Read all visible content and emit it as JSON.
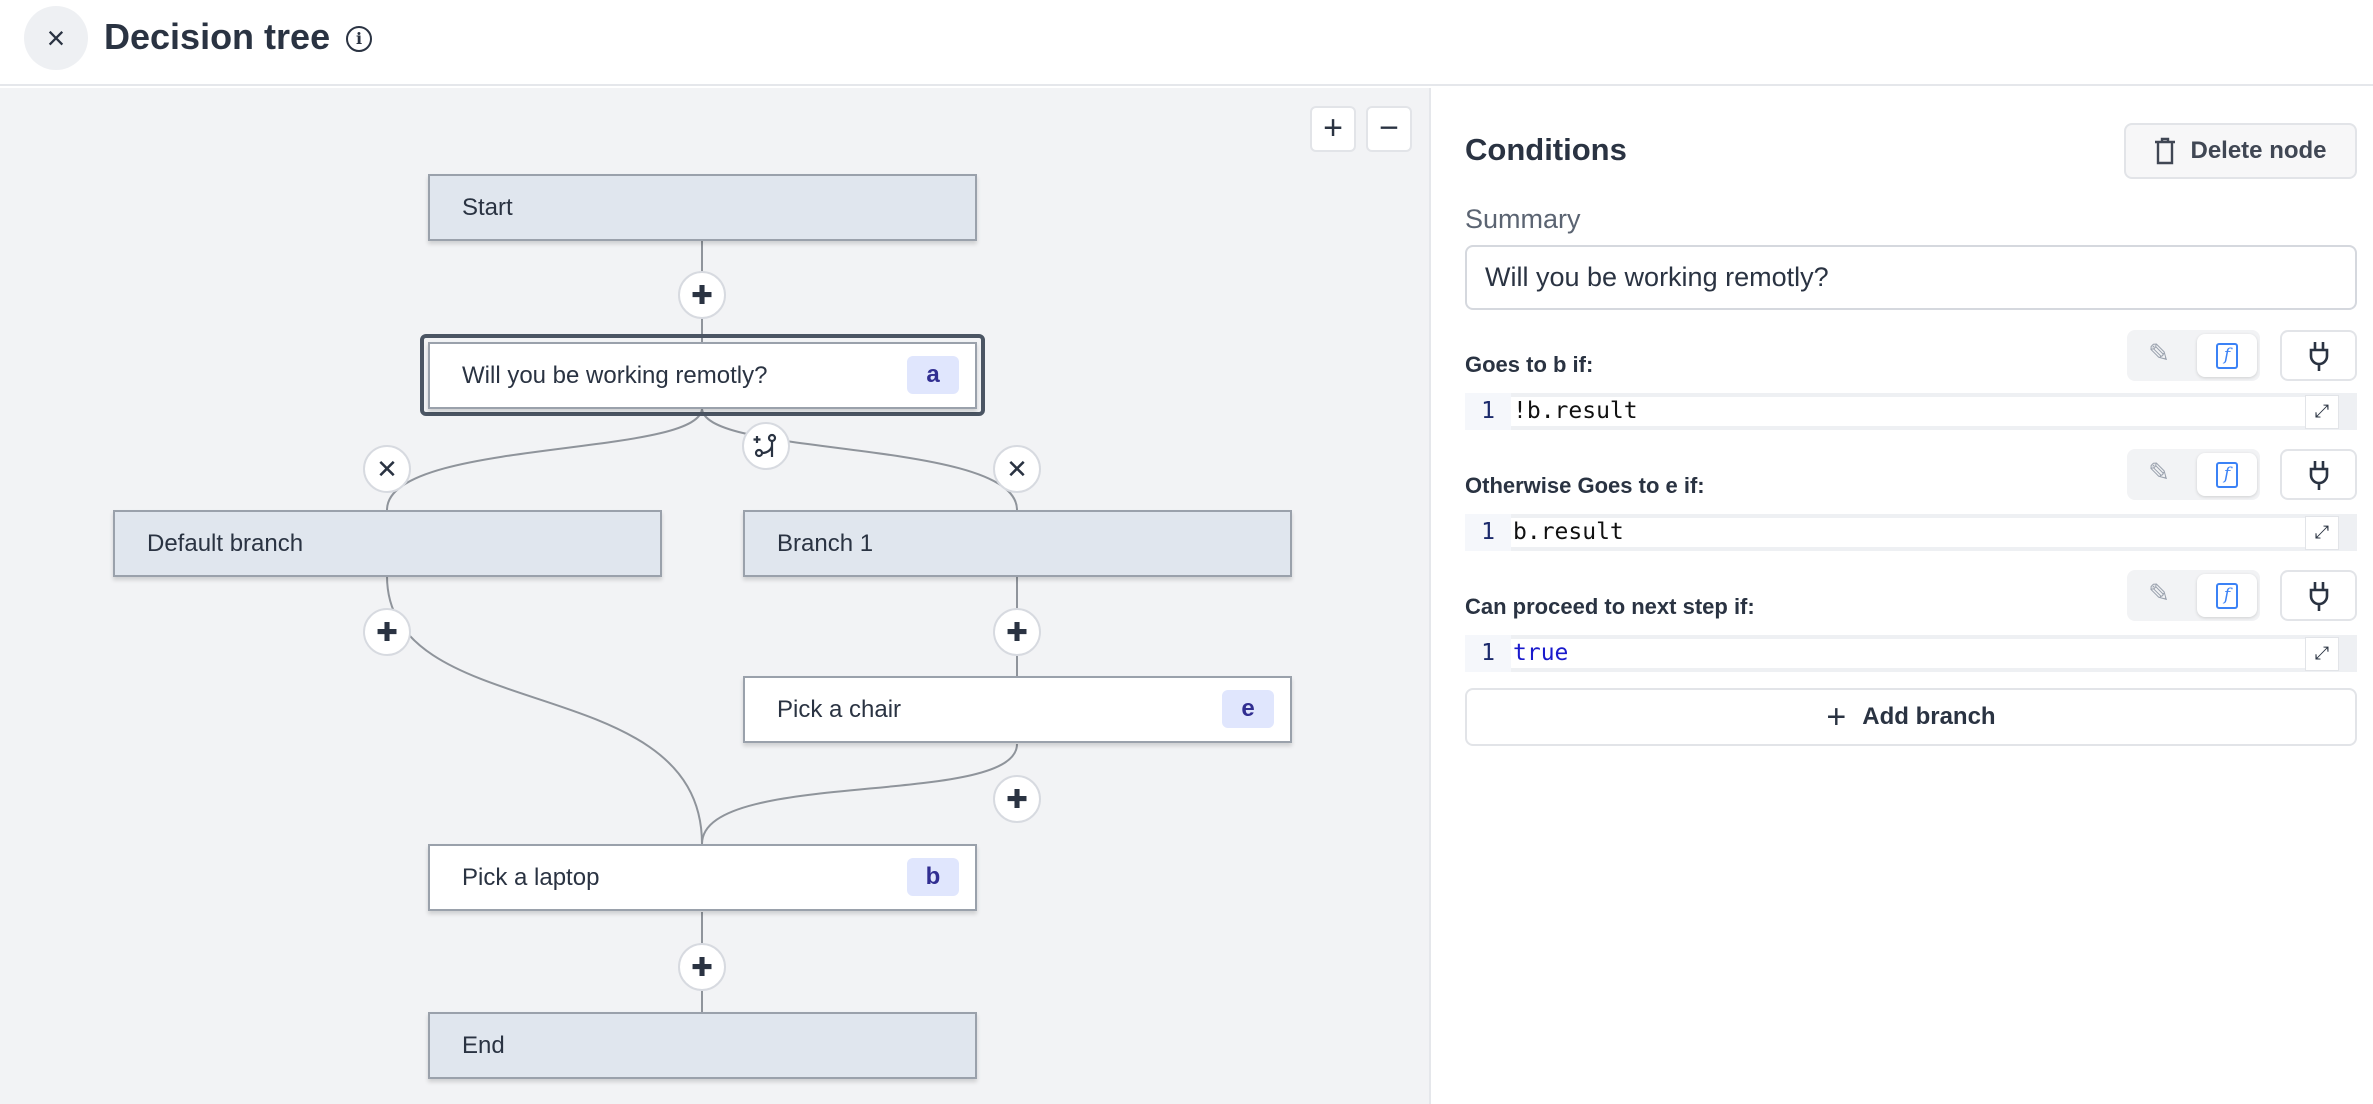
{
  "header": {
    "title": "Decision tree",
    "close_icon": "×",
    "info_icon": "i"
  },
  "canvas": {
    "zoom_in": "+",
    "zoom_out": "−",
    "nodes": {
      "start": {
        "label": "Start"
      },
      "question": {
        "label": "Will you be working remotly?",
        "badge": "a"
      },
      "default_branch": {
        "label": "Default branch"
      },
      "branch1": {
        "label": "Branch 1"
      },
      "chair": {
        "label": "Pick a chair",
        "badge": "e"
      },
      "laptop": {
        "label": "Pick a laptop",
        "badge": "b"
      },
      "end": {
        "label": "End"
      }
    }
  },
  "panel": {
    "title": "Conditions",
    "delete_label": "Delete node",
    "summary_label": "Summary",
    "summary_value": "Will you be working remotly?",
    "conditions": [
      {
        "label": "Goes to b if:",
        "line": "1",
        "code": "!b.result"
      },
      {
        "label": "Otherwise Goes to e if:",
        "line": "1",
        "code": "b.result"
      },
      {
        "label": "Can proceed to next step if:",
        "line": "1",
        "code": "true"
      }
    ],
    "add_branch_label": "Add branch",
    "add_icon": "+"
  },
  "colors": {
    "accent": "#3b82f6",
    "badge_bg": "#e0e6fd",
    "badge_text": "#312e91",
    "node_gray": "#e0e6ee",
    "canvas_bg": "#f2f3f5"
  }
}
